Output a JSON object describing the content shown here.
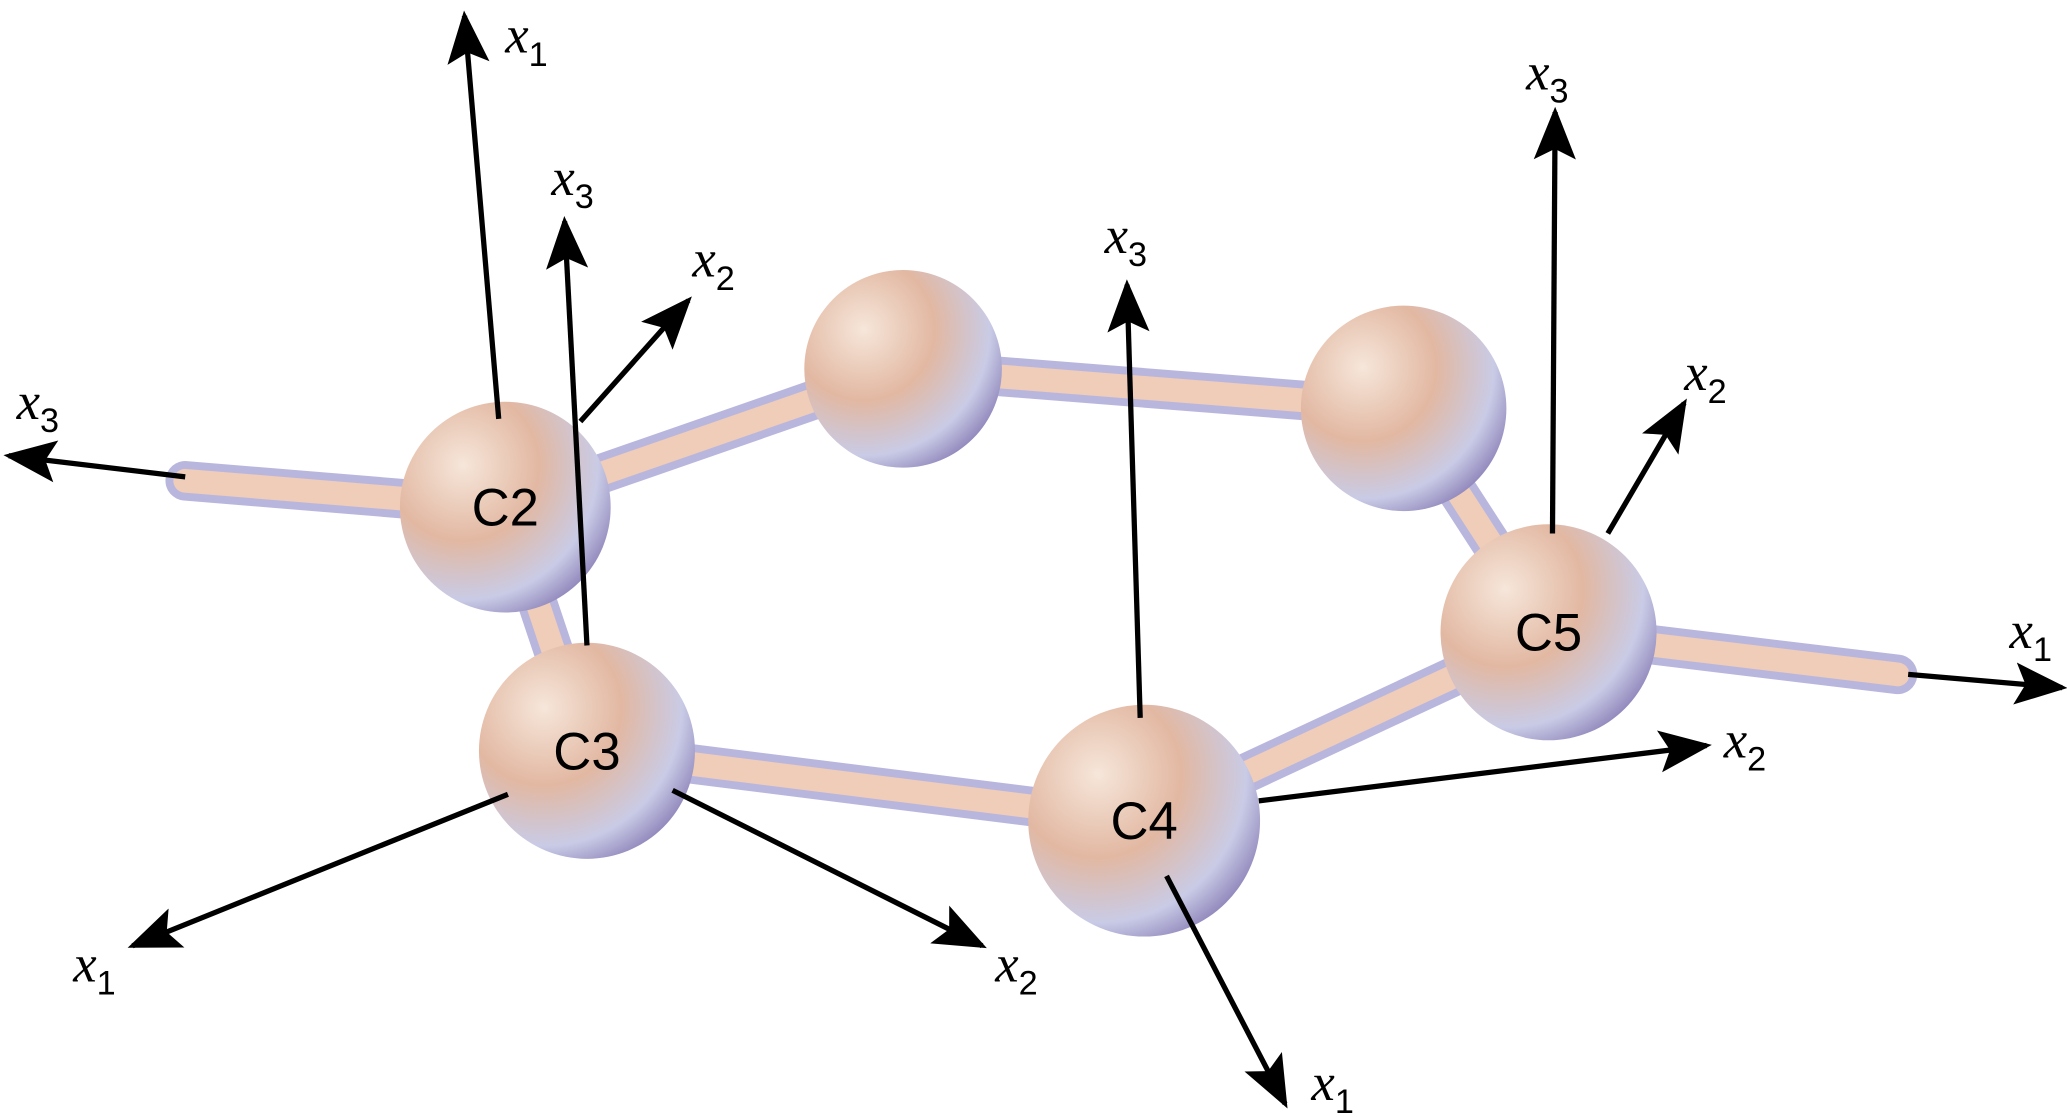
{
  "atoms": [
    {
      "id": "c2",
      "label": "C2"
    },
    {
      "id": "ring-top-left",
      "label": ""
    },
    {
      "id": "ring-top-right",
      "label": ""
    },
    {
      "id": "c3",
      "label": "C3"
    },
    {
      "id": "c4",
      "label": "C4"
    },
    {
      "id": "c5",
      "label": "C5"
    }
  ],
  "axes": [
    {
      "atom": "C2",
      "symbol": "x",
      "sub": "1"
    },
    {
      "atom": "C2",
      "symbol": "x",
      "sub": "3"
    },
    {
      "atom": "C3",
      "symbol": "x",
      "sub": "3"
    },
    {
      "atom": "C3",
      "symbol": "x",
      "sub": "2"
    },
    {
      "atom": "C3",
      "symbol": "x",
      "sub": "1"
    },
    {
      "atom": "C3",
      "symbol": "x",
      "sub": "2"
    },
    {
      "atom": "C4",
      "symbol": "x",
      "sub": "3"
    },
    {
      "atom": "C4",
      "symbol": "x",
      "sub": "1"
    },
    {
      "atom": "C4",
      "symbol": "x",
      "sub": "2"
    },
    {
      "atom": "C5",
      "symbol": "x",
      "sub": "3"
    },
    {
      "atom": "C5",
      "symbol": "x",
      "sub": "2"
    },
    {
      "atom": "C5",
      "symbol": "x",
      "sub": "1"
    }
  ],
  "colors": {
    "sphere_light": "#f3e2d6",
    "sphere_mid": "#d9a58e",
    "sphere_shade": "#9a8fc4",
    "arrow": "#000000"
  }
}
